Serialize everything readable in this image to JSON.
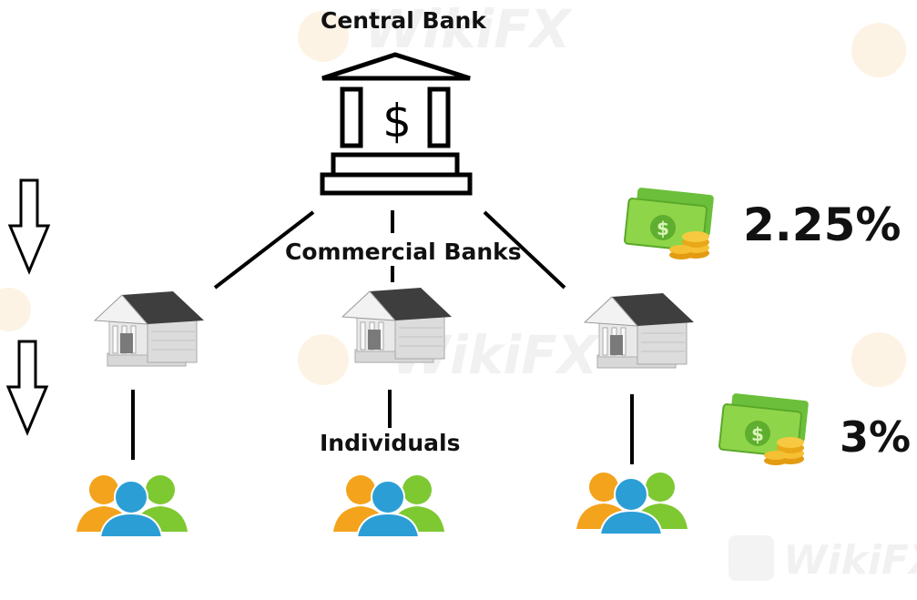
{
  "labels": {
    "central_bank": "Central Bank",
    "commercial_banks": "Commercial Banks",
    "individuals": "Individuals"
  },
  "rates": {
    "top": "2.25%",
    "bottom": "3%"
  },
  "watermark": "WikiFX",
  "colors": {
    "line": "#000000",
    "money_green": "#78c83a",
    "coin_gold": "#f0b020",
    "person_orange": "#f0a020",
    "person_blue": "#2f9fd8",
    "person_green": "#7cc832",
    "bank_roof": "#444444",
    "bank_wall": "#e6e6e6"
  },
  "icons": {
    "central_bank": "bank-columns-dollar-icon",
    "commercial_bank": "bank-building-icon",
    "people": "people-group-icon",
    "money": "cash-coins-icon",
    "flow": "down-arrow-icon"
  }
}
